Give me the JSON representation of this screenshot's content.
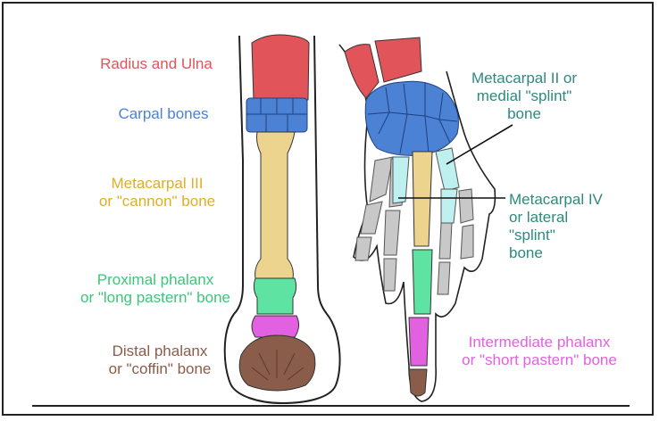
{
  "labels": {
    "radius_ulna": "Radius and Ulna",
    "carpal": "Carpal bones",
    "mc3_line1": "Metacarpal III",
    "mc3_line2": "or \"cannon\" bone",
    "prox_line1": "Proximal phalanx",
    "prox_line2": "or \"long pastern\" bone",
    "distal_line1": "Distal phalanx",
    "distal_line2": "or \"coffin\" bone",
    "mc2_line1": "Metacarpal II or",
    "mc2_line2": "medial \"splint\"",
    "mc2_line3": "bone",
    "mc4_line1": "Metacarpal IV",
    "mc4_line2": "or lateral",
    "mc4_line3": "\"splint\"",
    "mc4_line4": "bone",
    "inter_line1": "Intermediate phalanx",
    "inter_line2": "or \"short pastern\" bone"
  },
  "colors": {
    "radius_ulna": "#e0545a",
    "carpal": "#4b82d4",
    "metacarpal_iii": "#ecd48f",
    "proximal_phalanx": "#5fe3a3",
    "intermediate_phalanx": "#e261e0",
    "distal_phalanx": "#8a5c4a",
    "splint": "#bdf0ef",
    "human_digits": "#c8c8c8",
    "text_teal": "#2e8a7e",
    "text_mc3": "#e0ad2a",
    "text_prox": "#3cc678"
  }
}
